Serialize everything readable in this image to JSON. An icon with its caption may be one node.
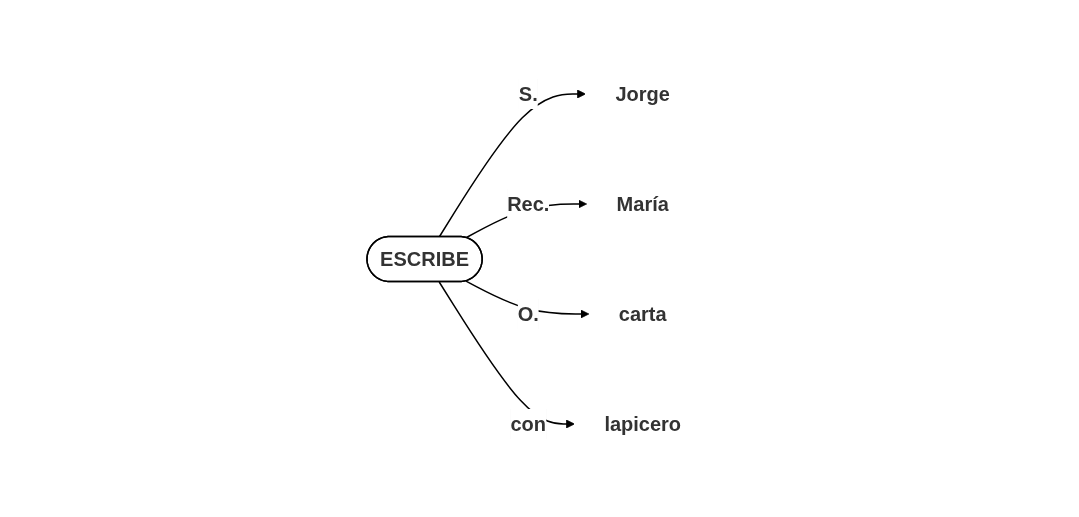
{
  "diagram": {
    "nodes": [
      {
        "text": [
          "Jorge"
        ]
      },
      {
        "text": [
          "María"
        ]
      },
      {
        "text": [
          "ESCRIBE"
        ]
      },
      {
        "text": [
          "carta"
        ]
      },
      {
        "text": [
          "lapicero"
        ]
      }
    ],
    "edges": [
      {
        "from": 2,
        "to": 0,
        "arrow": "to",
        "label": "S."
      },
      {
        "from": 2,
        "to": 1,
        "arrow": "to",
        "label": "Rec."
      },
      {
        "from": 2,
        "to": 3,
        "arrow": "to",
        "label": "O."
      },
      {
        "from": 2,
        "to": 4,
        "arrow": "to",
        "label": "con"
      }
    ]
  }
}
